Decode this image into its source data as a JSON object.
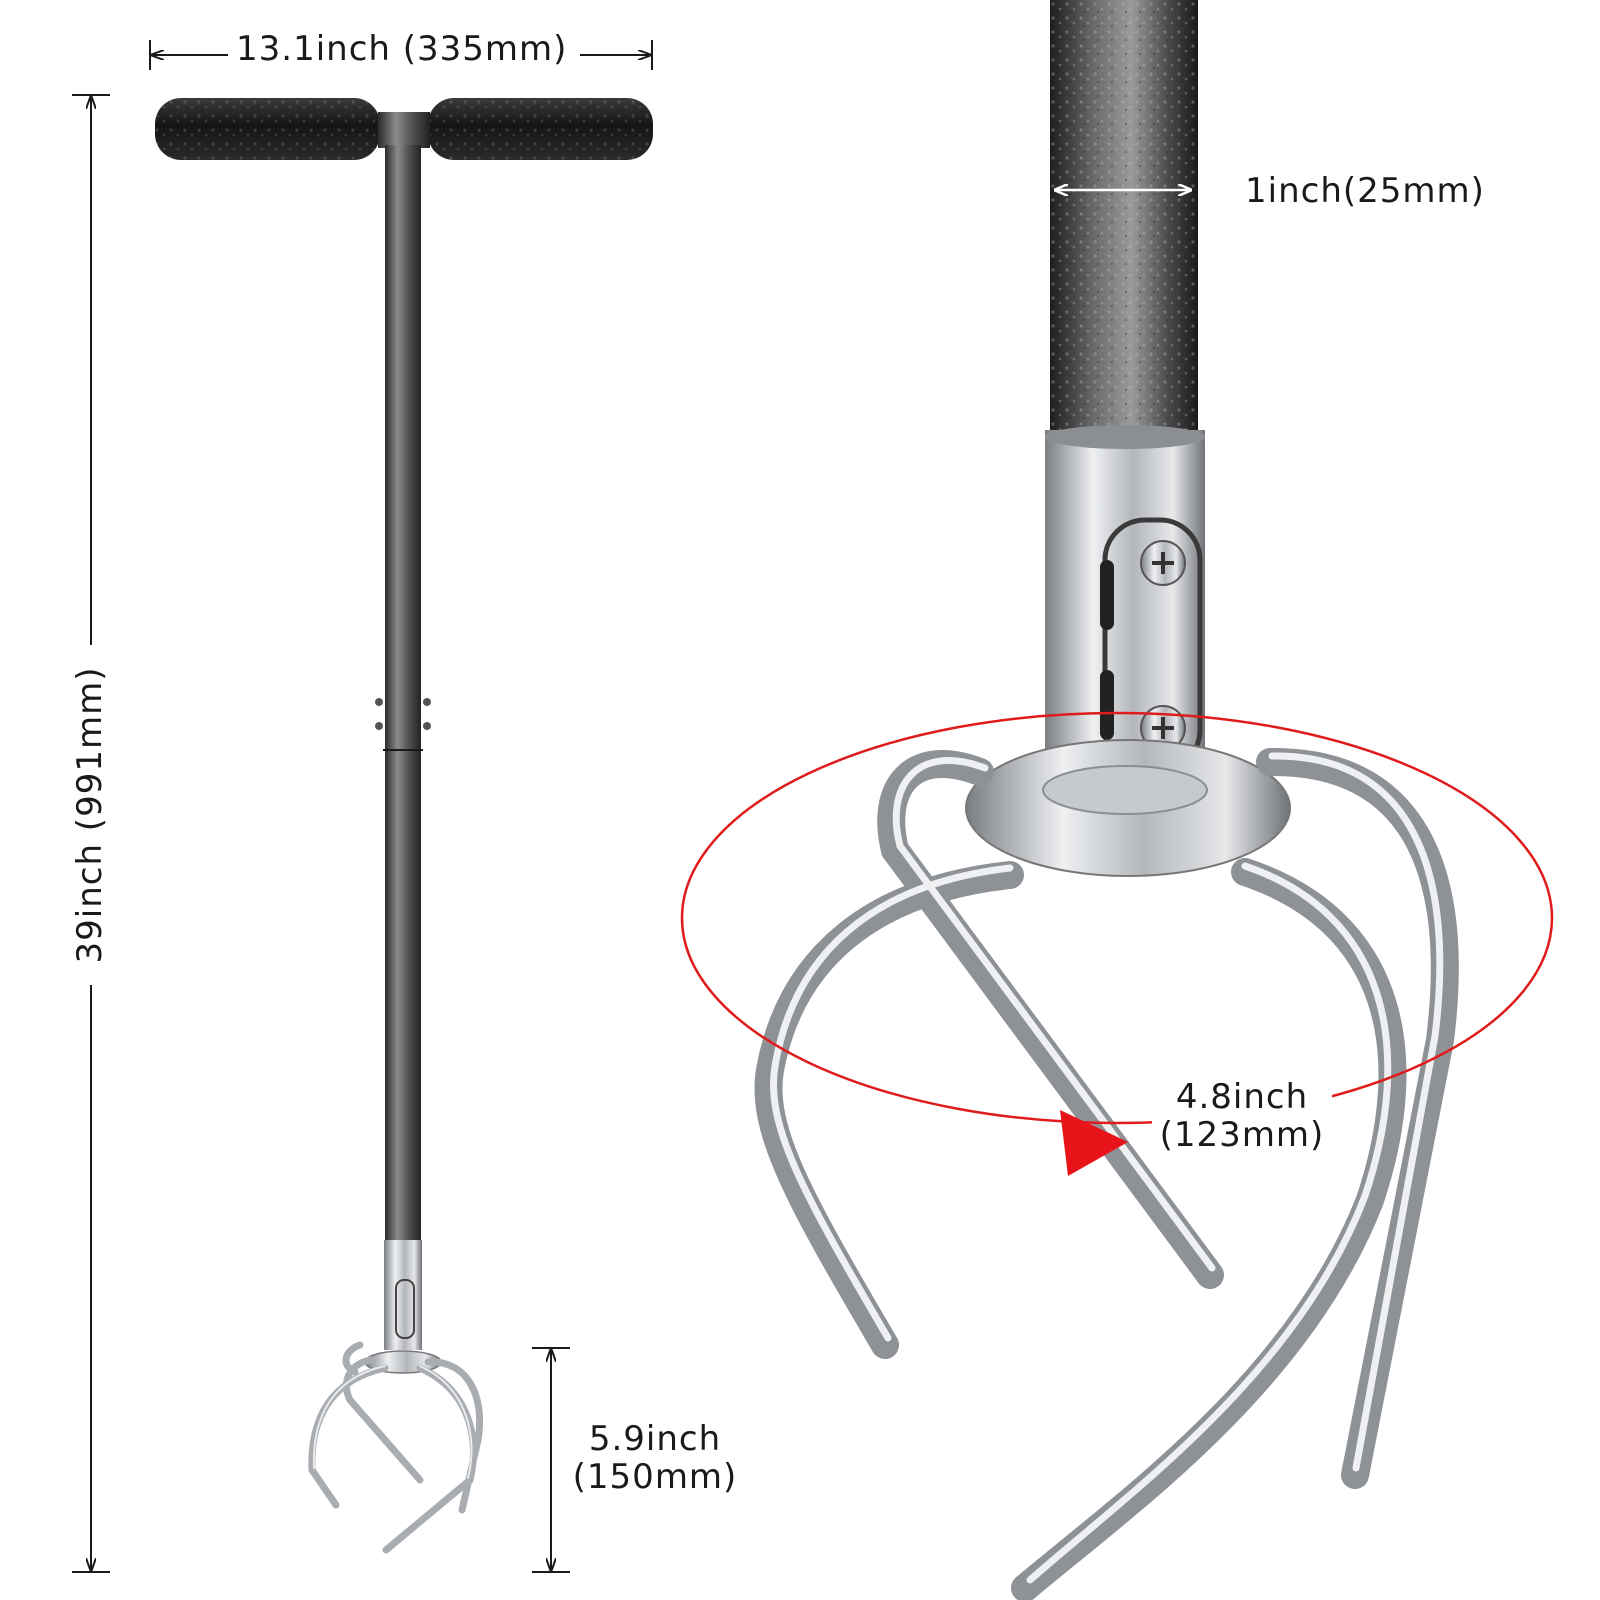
{
  "dimensions": {
    "handle_width": "13.1inch (335mm)",
    "total_length": "39inch (991mm)",
    "tine_height_line1": "5.9inch",
    "tine_height_line2": "(150mm)",
    "shaft_diameter": "1inch(25mm)",
    "tine_span_line1": "4.8inch",
    "tine_span_line2": "(123mm)"
  },
  "colors": {
    "background": "#ffffff",
    "text": "#1a1a1a",
    "rotation_circle": "#e01b1b",
    "handle_grip": "#1e1e1e",
    "shaft": "#4a4a4a",
    "steel": "#c9ccd1"
  }
}
